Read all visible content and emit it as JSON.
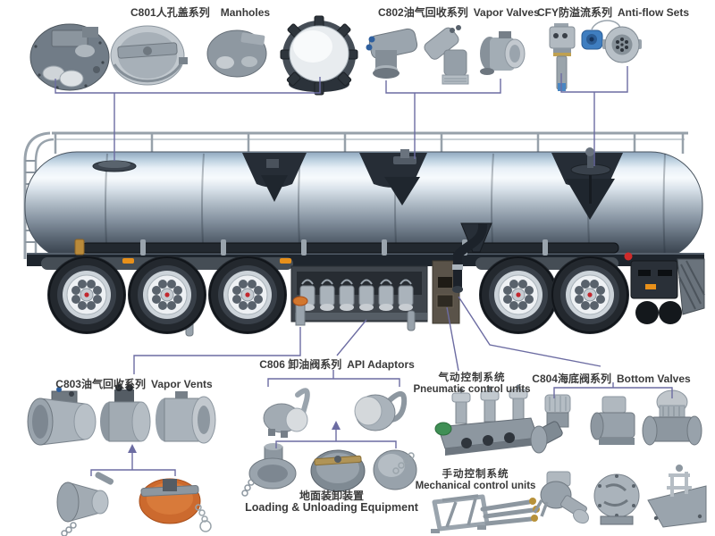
{
  "background": "#ffffff",
  "connector_color": "#6c6ca2",
  "accent_colors": {
    "orange_cap": "#cc6a2e",
    "blue_cap": "#3f7ec0",
    "hub_dot": "#c2272e",
    "marker_orange": "#e8901a"
  },
  "labels": {
    "manholes": {
      "zh": "C801人孔盖系列",
      "en": "Manholes"
    },
    "vapor_valves": {
      "zh": "C802油气回收系列",
      "en": "Vapor Valves"
    },
    "anti_flow_sets": {
      "zh": "CFY防溢流系列",
      "en": "Anti-flow Sets"
    },
    "vapor_vents": {
      "zh": "C803油气回收系列",
      "en": "Vapor Vents"
    },
    "api_adaptors": {
      "zh": "C806 卸油阀系列",
      "en": "API Adaptors"
    },
    "pneumatic_control": {
      "zh": "气动控制系统",
      "en": "Pneumatic control units"
    },
    "bottom_valves": {
      "zh": "C804海底阀系列",
      "en": "Bottom Valves"
    },
    "mechanical_control": {
      "zh": "手动控制系统",
      "en": "Mechanical control units"
    },
    "loading_unloading": {
      "zh": "地面装卸装置",
      "en": "Loading & Unloading Equipment"
    }
  },
  "part_counts": {
    "manholes": 4,
    "vapor_valves": 3,
    "anti_flow_sets": 3,
    "vapor_vents_main": 3,
    "vapor_vents_accessories": 2,
    "api_adaptors": 2,
    "loading_equipment": 3,
    "bottom_valves": 6,
    "pneumatic_units": 1,
    "mechanical_units": 1
  }
}
